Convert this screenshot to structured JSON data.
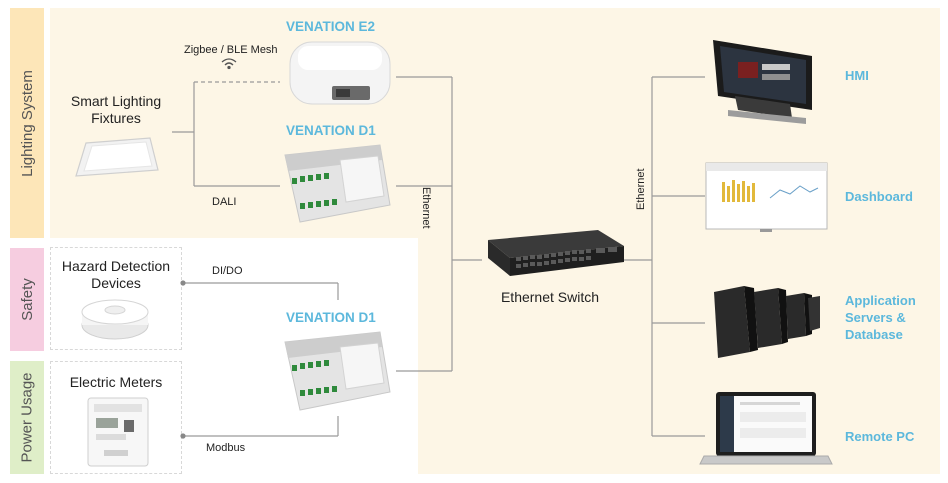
{
  "bands": {
    "lighting": "Lighting System",
    "safety": "Safety",
    "power": "Power Usage"
  },
  "inputs": {
    "lighting": "Smart Lighting Fixtures",
    "hazard": "Hazard Detection Devices",
    "meter": "Electric Meters"
  },
  "links": {
    "zigbee": "Zigbee / BLE Mesh",
    "dali": "DALI",
    "dido": "DI/DO",
    "modbus": "Modbus",
    "ethernet_left": "Ethernet",
    "ethernet_right": "Ethernet"
  },
  "products": {
    "e2": "VENATION E2",
    "d1_top": "VENATION D1",
    "d1_bottom": "VENATION D1"
  },
  "switch": "Ethernet Switch",
  "outputs": {
    "hmi": "HMI",
    "dashboard": "Dashboard",
    "servers": "Application Servers & Database",
    "remote_pc": "Remote PC"
  },
  "colors": {
    "lighting_band": "#fde6b8",
    "safety_band": "#f6cde0",
    "power_band": "#dfeec8",
    "accent": "#5cb8dc"
  }
}
